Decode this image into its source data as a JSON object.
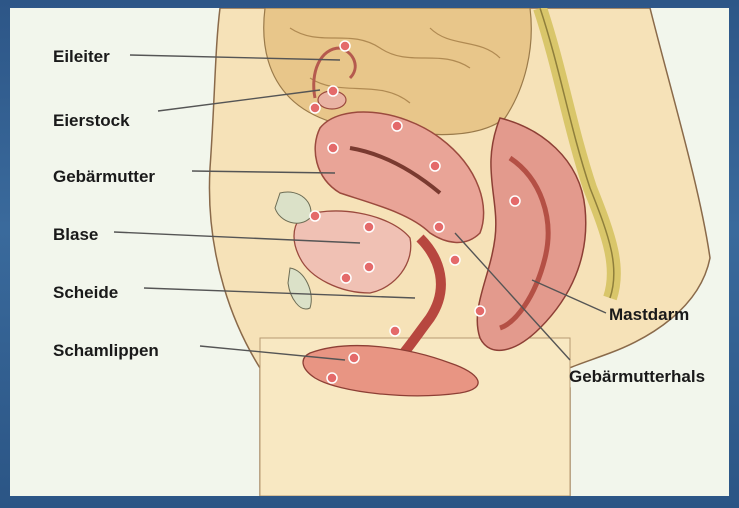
{
  "labels": {
    "eileiter": "Eileiter",
    "eierstock": "Eierstock",
    "gebaermutter": "Gebärmutter",
    "blase": "Blase",
    "scheide": "Scheide",
    "schamlippen": "Schamlippen",
    "mastdarm": "Mastdarm",
    "gebaermutterhals": "Gebärmutterhals"
  },
  "colors": {
    "frame": "#2d5687",
    "background": "#f2f6ec",
    "skin": "#f3d9a8",
    "organ": "#e79a8c",
    "organ_dark": "#c9574f",
    "intestine": "#e8c68a",
    "spine": "#e2d477",
    "leader_line": "#555555",
    "marker": "#e46a6a"
  }
}
